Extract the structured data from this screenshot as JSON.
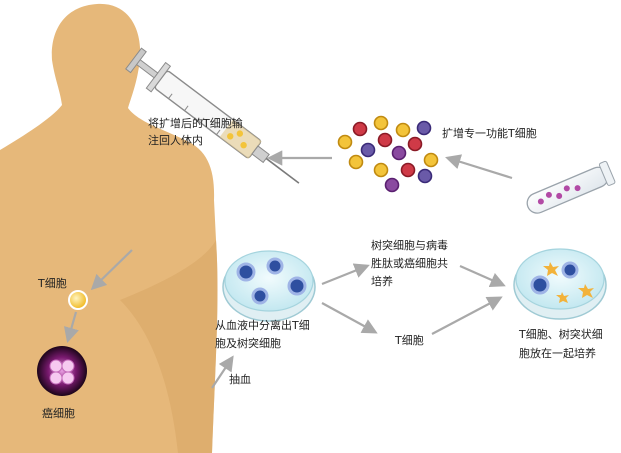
{
  "labels": {
    "inject_line1": "将扩增后的T细胞输",
    "inject_line2": "注回人体内",
    "expand": "扩增专一功能T细胞",
    "coculture_line1": "树突细胞与病毒",
    "coculture_line2": "胜肽或癌细胞共",
    "coculture_line3": "培养",
    "tcell_middle": "T细胞",
    "separate_line1": "从血液中分离出T细",
    "separate_line2": "胞及树突细胞",
    "together_line1": "T细胞、树突状细",
    "together_line2": "胞放在一起培养",
    "draw_blood": "抽血",
    "tcell_body": "T细胞",
    "cancer_cell": "癌细胞"
  },
  "colors": {
    "body": "#e6b87a",
    "body_shade": "#d9a766",
    "arrow": "#a9a9a9",
    "tcell": "#f3c43a",
    "cancer": "#9b2d8e"
  },
  "icons": {
    "syringe": "syringe-icon",
    "dish_left": "petri-dish-icon",
    "dish_right": "petri-dish-icon",
    "test_tube": "test-tube-icon",
    "cell_cluster": "cell-cluster-icon",
    "cancer_cell": "cancer-cell-icon"
  }
}
